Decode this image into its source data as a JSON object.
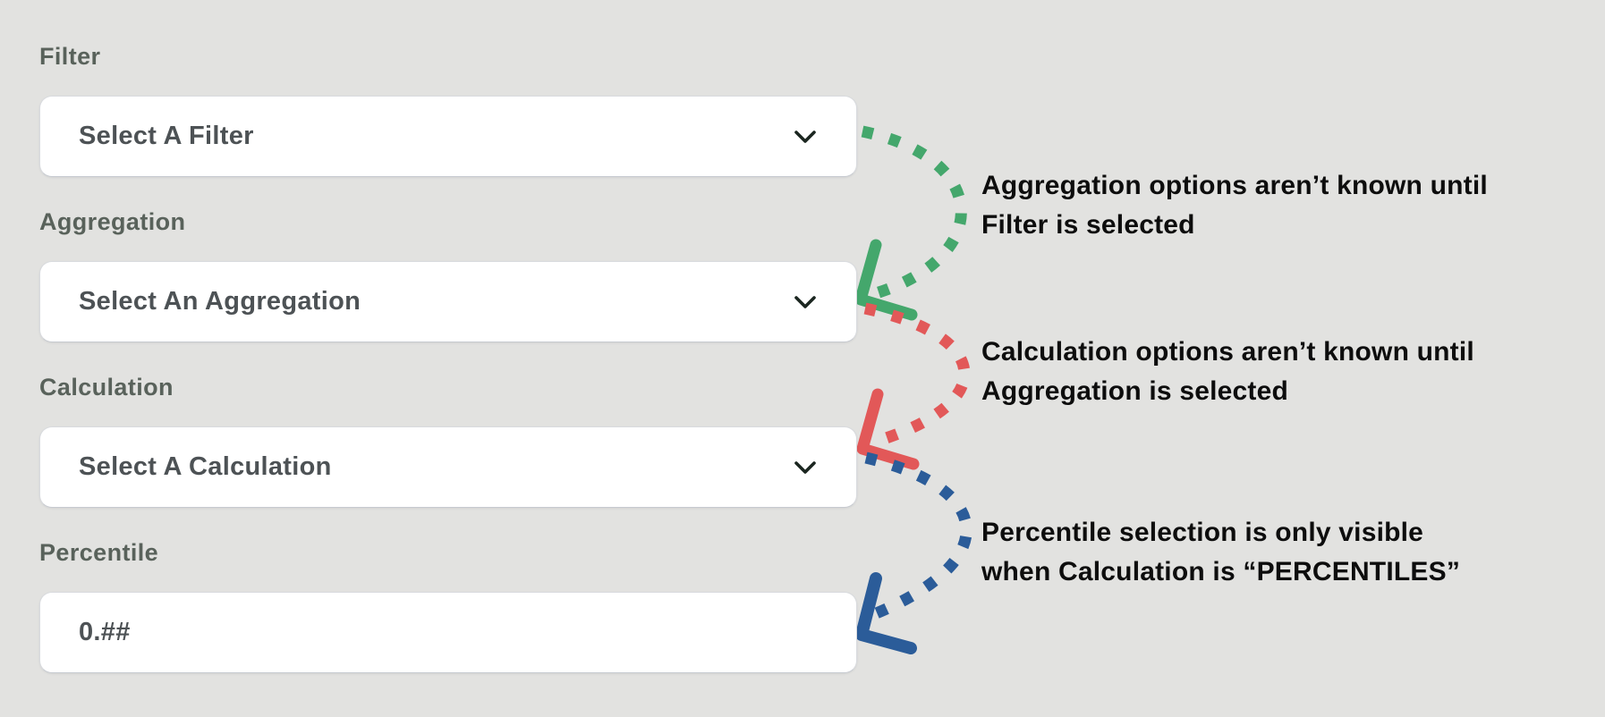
{
  "page": {
    "background": "#e2e2e0"
  },
  "form": {
    "fields": [
      {
        "label": "Filter",
        "placeholder": "Select A Filter",
        "type": "select"
      },
      {
        "label": "Aggregation",
        "placeholder": "Select An Aggregation",
        "type": "select"
      },
      {
        "label": "Calculation",
        "placeholder": "Select A Calculation",
        "type": "select"
      },
      {
        "label": "Percentile",
        "placeholder": "0.##",
        "type": "text"
      }
    ]
  },
  "annotations": [
    {
      "line1": "Aggregation options aren’t known until",
      "line2": "Filter is selected",
      "color": "#44a76c"
    },
    {
      "line1": "Calculation options aren’t known until",
      "line2": "Aggregation is selected",
      "color": "#e25858"
    },
    {
      "line1": "Percentile selection is only visible",
      "line2": "when Calculation is “PERCENTILES”",
      "color": "#2b5c99"
    }
  ],
  "icons": {
    "dropdown_chevron": "chevron-down",
    "chevron_color": "#1b2620"
  }
}
